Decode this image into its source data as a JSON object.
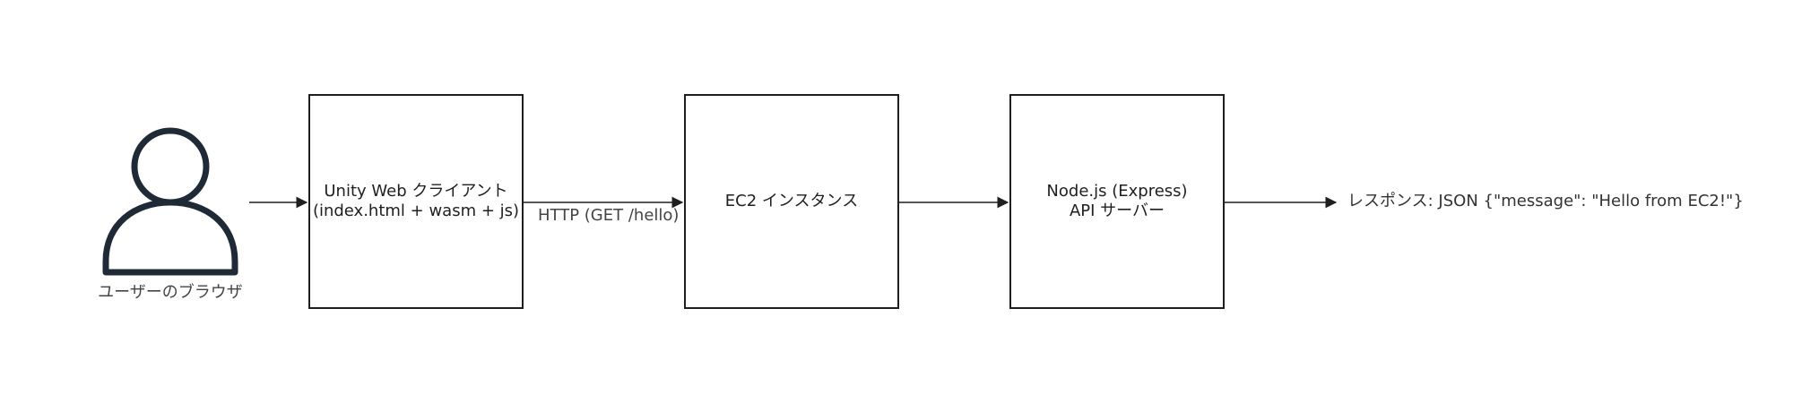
{
  "user": {
    "label": "ユーザーのブラウザ",
    "icon": "user-icon"
  },
  "boxes": {
    "unity": {
      "line1": "Unity Web クライアント",
      "line2": "(index.html + wasm + js)"
    },
    "ec2": {
      "line1": "EC2 インスタンス"
    },
    "node": {
      "line1": "Node.js (Express)",
      "line2": "API サーバー"
    }
  },
  "edges": {
    "http_label": "HTTP (GET /hello)",
    "response_label": "レスポンス: JSON {\"message\": \"Hello from EC2!\"}"
  },
  "colors": {
    "stroke": "#1f1f1f",
    "icon": "#1f2a36",
    "label": "#444444"
  }
}
